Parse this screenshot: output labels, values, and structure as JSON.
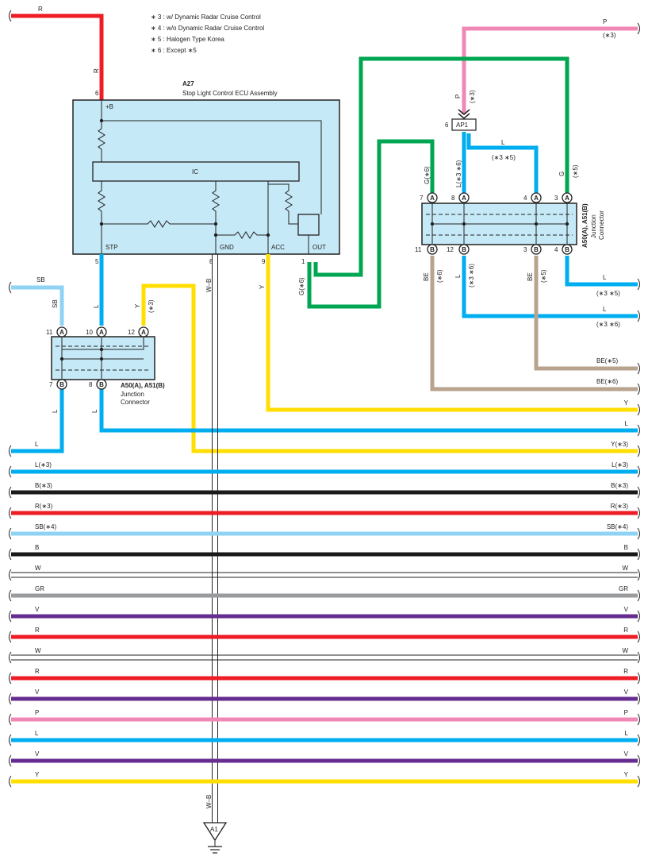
{
  "notes": [
    "∗ 3 : w/ Dynamic Radar Cruise Control",
    "∗ 4 : w/o Dynamic Radar Cruise Control",
    "∗ 5 : Halogen Type Korea",
    "∗ 6 : Except ∗5"
  ],
  "ecu": {
    "code": "A27",
    "name": "Stop Light Control ECU Assembly",
    "ic": "IC",
    "pins": {
      "b": "+B",
      "stp": "STP",
      "gnd": "GND",
      "acc": "ACC",
      "out": "OUT"
    },
    "pin_numbers": {
      "b": "6",
      "stp": "5",
      "gnd": "8",
      "acc": "9",
      "out": "1"
    }
  },
  "left_junction": {
    "code": "A50(A), A51(B)",
    "name1": "Junction",
    "name2": "Connector",
    "top_pins": [
      {
        "num": "11",
        "tag": "A"
      },
      {
        "num": "10",
        "tag": "A"
      },
      {
        "num": "12",
        "tag": "A"
      }
    ],
    "bottom_pins": [
      {
        "num": "7",
        "tag": "B"
      },
      {
        "num": "8",
        "tag": "B"
      }
    ]
  },
  "right_junction": {
    "code": "A50(A), A51(B)",
    "name1": "Junction",
    "name2": "Connector",
    "top_pins": [
      {
        "num": "7",
        "tag": "A"
      },
      {
        "num": "8",
        "tag": "A"
      },
      {
        "num": "4",
        "tag": "A"
      },
      {
        "num": "3",
        "tag": "A"
      }
    ],
    "bottom_pins": [
      {
        "num": "11",
        "tag": "B"
      },
      {
        "num": "12",
        "tag": "B"
      },
      {
        "num": "3",
        "tag": "B"
      },
      {
        "num": "4",
        "tag": "B"
      }
    ]
  },
  "ap1": {
    "label": "AP1",
    "pin": "6"
  },
  "ground": {
    "label": "A1"
  },
  "wire_labels": {
    "r_top": "R",
    "r_vert": "R",
    "p_top": "P",
    "p_top_note": "(∗3)",
    "p_vert": "P",
    "p_vert_note": "(∗3)",
    "sb_left": "SB",
    "sb_vert": "SB",
    "stp_l": "L",
    "y3": "Y",
    "y3_note": "(∗3)",
    "gnd_wb": "W–B",
    "acc_y": "Y",
    "out_g": "G(∗6)",
    "ap1_l": "L",
    "ap1_l_note": "(∗3 ∗5)",
    "g6": "G(∗6)",
    "l36": "L(∗3 ∗6)",
    "g5": "G",
    "g5_note": "(∗5)",
    "be6": "BE",
    "be6_note": "(∗6)",
    "l12": "L",
    "l12_note": "(∗3 ∗6)",
    "be5": "BE",
    "be5_note": "(∗5)",
    "l35": "L",
    "l35_note": "(∗3 ∗5)",
    "l36b": "L",
    "l36b_note": "(∗3 ∗6)",
    "be5_h": "BE(∗5)",
    "be6_h": "BE(∗6)",
    "lj7": "L",
    "lj8": "L",
    "gnd_wb2": "W–B"
  },
  "bus_rows": [
    {
      "left": "",
      "right": "Y",
      "color": "#ffde00"
    },
    {
      "left": "",
      "right": "L",
      "color": "#00aeef"
    },
    {
      "left": "",
      "right": "Y(∗3)",
      "color": "#ffde00"
    },
    {
      "left": "L",
      "right": "",
      "color": "#00aeef"
    },
    {
      "left": "L(∗3)",
      "right": "L(∗3)",
      "color": "#00aeef"
    },
    {
      "left": "B(∗3)",
      "right": "B(∗3)",
      "color": "#1a1a1a"
    },
    {
      "left": "R(∗3)",
      "right": "R(∗3)",
      "color": "#ee1c25"
    },
    {
      "left": "SB(∗4)",
      "right": "SB(∗4)",
      "color": "#8fd3f4"
    },
    {
      "left": "B",
      "right": "B",
      "color": "#1a1a1a"
    },
    {
      "left": "W",
      "right": "W",
      "color": "#ffffff"
    },
    {
      "left": "GR",
      "right": "GR",
      "color": "#9a9b9d"
    },
    {
      "left": "V",
      "right": "V",
      "color": "#662d91"
    },
    {
      "left": "R",
      "right": "R",
      "color": "#ee1c25"
    },
    {
      "left": "W",
      "right": "W",
      "color": "#ffffff"
    },
    {
      "left": "R",
      "right": "R",
      "color": "#ee1c25"
    },
    {
      "left": "V",
      "right": "V",
      "color": "#662d91"
    },
    {
      "left": "P",
      "right": "P",
      "color": "#f088b6"
    },
    {
      "left": "L",
      "right": "L",
      "color": "#00aeef"
    },
    {
      "left": "V",
      "right": "V",
      "color": "#662d91"
    },
    {
      "left": "Y",
      "right": "Y",
      "color": "#ffde00"
    }
  ],
  "colors": {
    "R": "#ee1c25",
    "P": "#f088b6",
    "G": "#00a651",
    "L": "#00aeef",
    "SB": "#8fd3f4",
    "Y": "#ffde00",
    "BE": "#b8a48e",
    "B": "#1a1a1a",
    "W": "#ffffff",
    "GR": "#9a9b9d",
    "V": "#662d91",
    "box": "#c6e9f7"
  }
}
